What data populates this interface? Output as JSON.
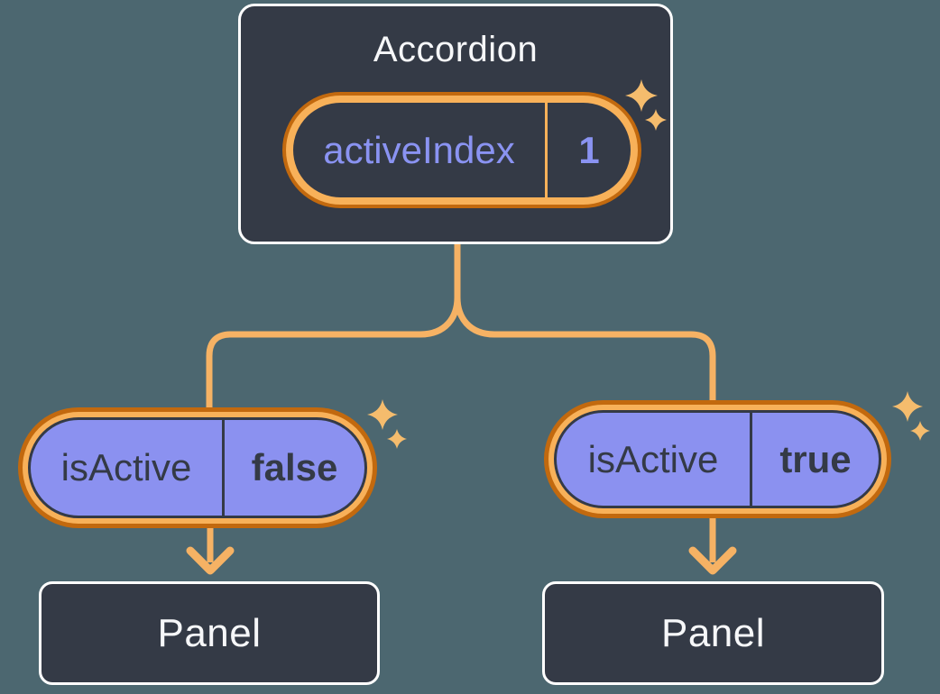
{
  "colors": {
    "background": "#4C6770",
    "node_background": "#343A46",
    "node_border": "#FFFFFF",
    "node_text": "#F6F7F9",
    "prop_pill_fill": "#8B91F0",
    "prop_pill_text": "#343A46",
    "state_text_purple": "#8A93F2",
    "connector_line": "#F6B264",
    "highlight_ring_outer": "#C2690E",
    "highlight_ring_inner": "#F8B159",
    "sparkle": "#F5BC6D"
  },
  "accordion": {
    "title": "Accordion",
    "state": {
      "label": "activeIndex",
      "value": "1"
    }
  },
  "children": [
    {
      "prop_label": "isActive",
      "prop_value": "false",
      "panel_label": "Panel"
    },
    {
      "prop_label": "isActive",
      "prop_value": "true",
      "panel_label": "Panel"
    }
  ]
}
